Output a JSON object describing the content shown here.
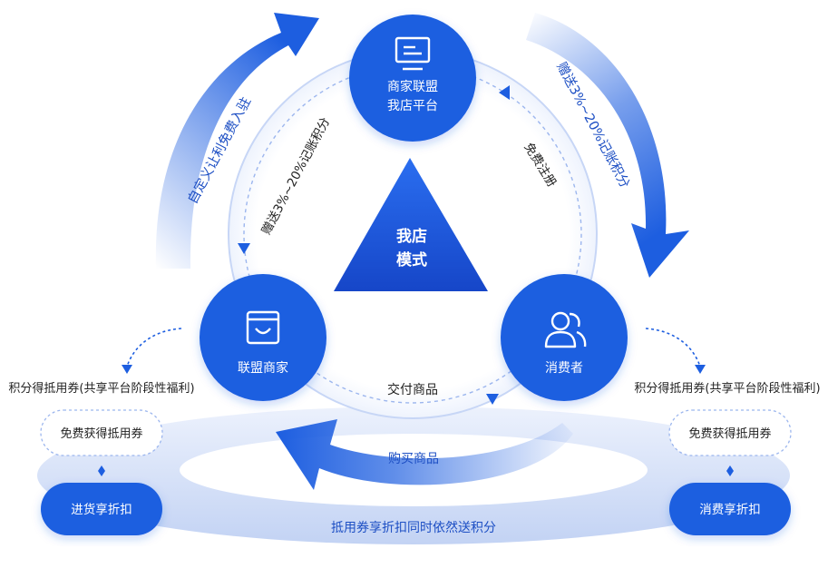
{
  "center": {
    "line1": "我店",
    "line2": "模式"
  },
  "nodes": {
    "platform": {
      "line1": "商家联盟",
      "line2": "我店平台",
      "icon": "monitor-icon"
    },
    "merchant": {
      "label": "联盟商家",
      "icon": "shopping-bag-icon"
    },
    "consumer": {
      "label": "消费者",
      "icon": "users-icon"
    }
  },
  "arcs": {
    "left_outer": "自定义让利免费入驻",
    "right_outer": "赠送3%~20%记账积分",
    "inner_left": "赠送3%~20%记账积分",
    "inner_right": "免费注册",
    "inner_bottom": "交付商品",
    "buy": "购买商品"
  },
  "left_panel": {
    "heading": "积分得抵用券(共享平台阶段性福利)",
    "voucher": "免费获得抵用券",
    "discount": "进货享折扣"
  },
  "right_panel": {
    "heading": "积分得抵用券(共享平台阶段性福利)",
    "voucher": "免费获得抵用券",
    "discount": "消费享折扣"
  },
  "ring_caption": "抵用券享折扣同时依然送积分",
  "colors": {
    "primary": "#1d5ee0",
    "primary_dark": "#1646c8",
    "ring_light": "#c9d7f6",
    "text": "#222222",
    "blue_text": "#1d4fc4"
  }
}
